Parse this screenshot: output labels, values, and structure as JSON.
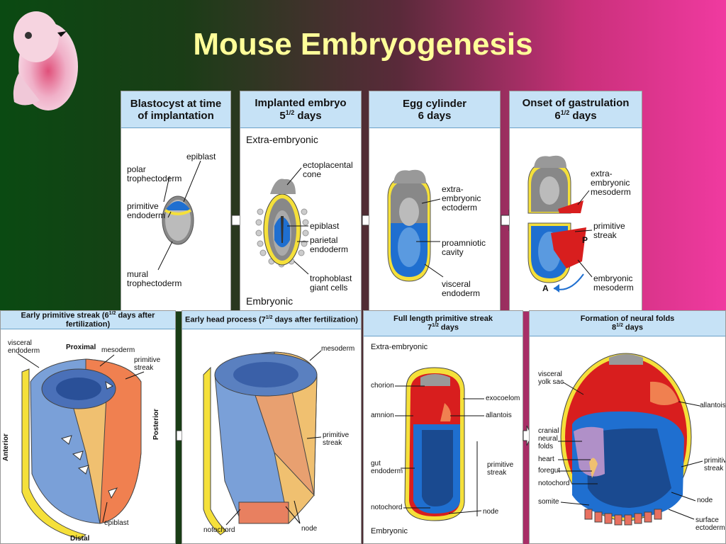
{
  "title": "Mouse Embryogenesis",
  "top_panels": [
    {
      "head1": "Blastocyst at time",
      "head2": "of implantation",
      "labels": {
        "epiblast": "epiblast",
        "polar": "polar\ntrophectoderm",
        "primendo": "primitive\nendoderm",
        "mural": "mural\ntrophectoderm"
      }
    },
    {
      "head1": "Implanted embryo",
      "head2_pre": "5",
      "head2_frac": "1/2",
      "head2_post": " days",
      "labels": {
        "extra": "Extra-embryonic",
        "ecto": "ectoplacental\ncone",
        "epiblast": "epiblast",
        "parietal": "parietal\nendoderm",
        "tropho": "trophoblast\ngiant cells",
        "embryonic": "Embryonic"
      }
    },
    {
      "head1": "Egg cylinder",
      "head2": "6  days",
      "labels": {
        "extraecto": "extra-\nembryonic\nectoderm",
        "proam": "proamniotic\ncavity",
        "visceral": "visceral\nendoderm"
      }
    },
    {
      "head1": "Onset of gastrulation",
      "head2_pre": "6",
      "head2_frac": "1/2",
      "head2_post": " days",
      "labels": {
        "extrameso": "extra-\nembryonic\nmesoderm",
        "primstreak": "primitive\nstreak",
        "P": "P",
        "A": "A",
        "embmeso": "embryonic\nmesoderm"
      }
    }
  ],
  "bottom_panels": [
    {
      "head_pre": "Early primitive streak (6",
      "head_frac": "1/2",
      "head_post": " days after fertilization)",
      "labels": {
        "visceral": "visceral\nendoderm",
        "proximal": "Proximal",
        "mesoderm": "mesoderm",
        "primstreak": "primitive\nstreak",
        "anterior": "Anterior",
        "posterior": "Posterior",
        "epiblast": "epiblast",
        "distal": "Distal"
      }
    },
    {
      "head_pre": "Early head process (7",
      "head_frac": "1/2",
      "head_post": " days after fertilization)",
      "labels": {
        "mesoderm": "mesoderm",
        "primstreak": "primitive\nstreak",
        "notochord": "notochord",
        "node": "node"
      }
    },
    {
      "head1": "Full length primitive streak",
      "head2_pre": "7",
      "head2_frac": "1/2",
      "head2_post": " days",
      "labels": {
        "extra": "Extra-embryonic",
        "chorion": "chorion",
        "exocoelom": "exocoelom",
        "amnion": "amnion",
        "allantois": "allantois",
        "gut": "gut\nendoderm",
        "primstreak": "primitive\nstreak",
        "notochord": "notochord",
        "node": "node",
        "embryonic": "Embryonic"
      }
    },
    {
      "head1": "Formation of neural folds",
      "head2_pre": "8",
      "head2_frac": "1/2",
      "head2_post": " days",
      "labels": {
        "yolk": "visceral\nyolk sac",
        "allantois": "allantois",
        "cranial": "cranial\nneural\nfolds",
        "heart": "heart",
        "foregut": "foregut",
        "notochord": "notochord",
        "primstreak": "primitive\nstreak",
        "node": "node",
        "somite": "somite",
        "surface": "surface\nectoderm"
      }
    }
  ],
  "colors": {
    "blue": "#1f6fd0",
    "yellow": "#f5e03a",
    "red": "#d81e1e",
    "gray": "#8a8a8a",
    "orange": "#f08050",
    "tan": "#f0c070",
    "lightblue": "#7aa0d8"
  }
}
